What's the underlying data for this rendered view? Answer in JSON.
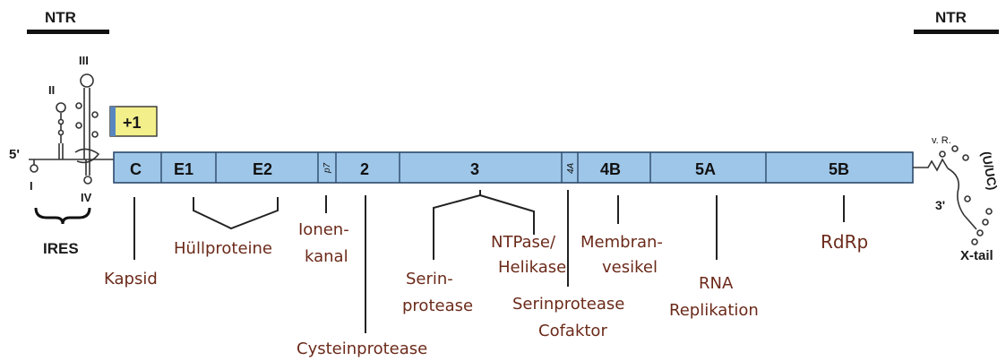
{
  "ntr_left": "NTR",
  "ntr_right": "NTR",
  "stem_loops": {
    "I": "I",
    "II": "II",
    "III": "III",
    "IV": "IV"
  },
  "five_prime": "5'",
  "three_prime": "3'",
  "ires": "IRES",
  "plus_one": "+1",
  "variable_region": "v. R.",
  "uuc": "(U/UC)",
  "x_tail": "X-tail",
  "segments": {
    "C": "C",
    "E1": "E1",
    "E2": "E2",
    "p7": "p7",
    "ns2": "2",
    "ns3": "3",
    "ns4a": "4A",
    "ns4b": "4B",
    "ns5a": "5A",
    "ns5b": "5B"
  },
  "functions": {
    "kapsid": "Kapsid",
    "huellproteine": "Hüllproteine",
    "ionenkanal_1": "Ionen-",
    "ionenkanal_2": "kanal",
    "cysteinprotease": "Cysteinprotease",
    "serinprotease_1": "Serin-",
    "serinprotease_2": "protease",
    "ntpase_1": "NTPase/",
    "ntpase_2": "Helikase",
    "cofaktor_1": "Serinprotease",
    "cofaktor_2": "Cofaktor",
    "membran_1": "Membran-",
    "membran_2": "vesikel",
    "rna_1": "RNA",
    "rna_2": "Replikation",
    "rdrp": "RdRp"
  },
  "colors": {
    "genome_fill": "#9ec6e8",
    "genome_stroke": "#2b4a6b",
    "plus_one_fill": "#f3ef8a",
    "label_text": "#6b2a1a"
  }
}
